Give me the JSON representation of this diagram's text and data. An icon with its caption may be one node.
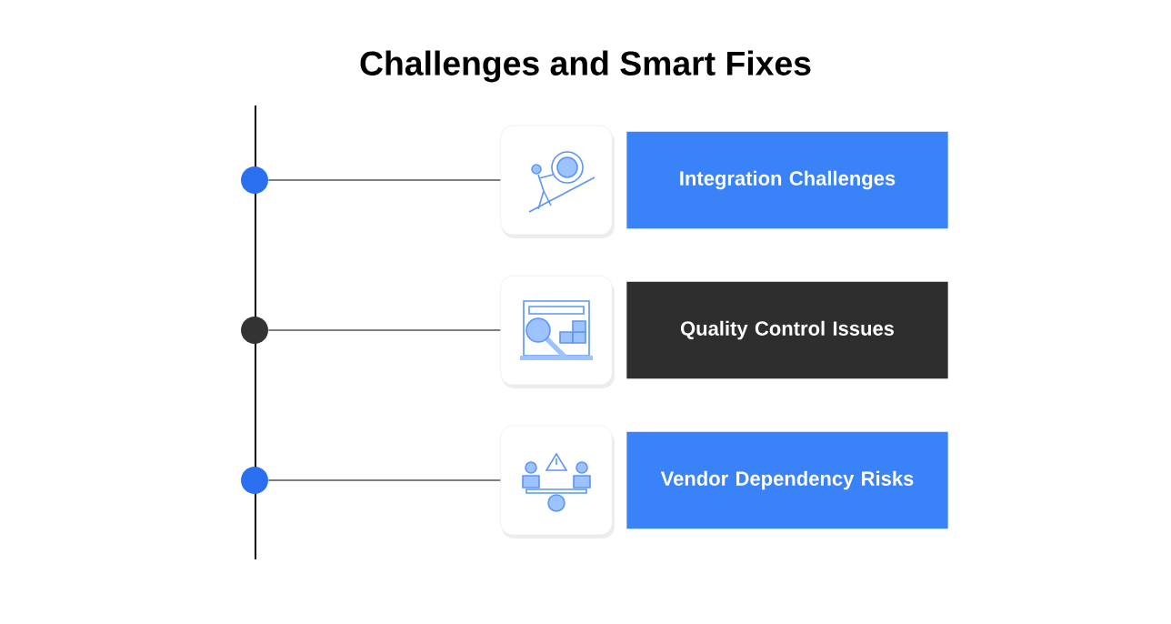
{
  "diagram": {
    "title": "Challenges and Smart Fixes",
    "nodes": [
      {
        "text": [],
        "shape": "circle"
      },
      {
        "text": [],
        "shape": "picture"
      },
      {
        "text": [
          "Integration Challenges"
        ]
      },
      {
        "text": [],
        "shape": "circle"
      },
      {
        "text": [],
        "shape": "picture"
      },
      {
        "text": [
          "Quality Control Issues"
        ]
      },
      {
        "text": [],
        "shape": "circle"
      },
      {
        "text": [],
        "shape": "picture"
      },
      {
        "text": [
          "Vendor Dependency Risks"
        ]
      }
    ],
    "edges": [
      {
        "from": 0,
        "to": 1,
        "arrow": "none"
      },
      {
        "from": 3,
        "to": 4,
        "arrow": "none"
      },
      {
        "from": 6,
        "to": 7,
        "arrow": "none"
      }
    ]
  }
}
